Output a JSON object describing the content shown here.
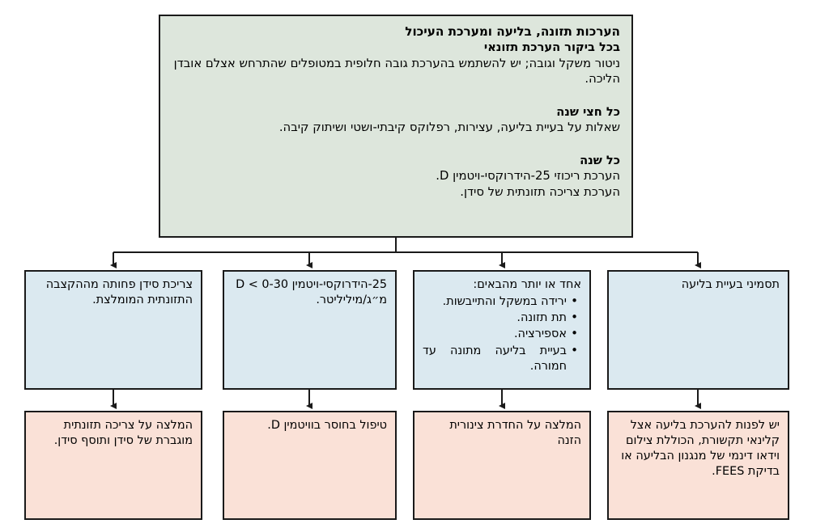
{
  "diagram": {
    "language": "he",
    "direction": "rtl",
    "colors": {
      "root_fill": "#dde6dc",
      "level2_fill": "#dbe9f0",
      "level3_fill": "#fae1d7",
      "border": "#1a1a1a",
      "text": "#000000",
      "background": "#ffffff"
    },
    "root": {
      "title": "הערכות תזונה, בליעה ומערכת העיכול",
      "section_1": {
        "heading": "בכל ביקור הערכת תזונאי",
        "body": "ניטור משקל וגובה; יש להשתמש בהערכת גובה חלופית במטופלים שהתרחש אצלם אובדן הליכה."
      },
      "section_2": {
        "heading": "כל חצי שנה",
        "body": "שאלות על בעיית בליעה, עצירות, רפלוקס קיבתי-ושטי ושיתוק קיבה."
      },
      "section_3": {
        "heading": "כל שנה",
        "body_line_1": "הערכת ריכוזי 25-הידרוקסי-ויטמין D.",
        "body_line_2": "הערכת צריכה תזונתית של סידן."
      }
    },
    "level2": [
      {
        "id": "symptoms-swallowing",
        "text": "תסמיני בעיית בליעה"
      },
      {
        "id": "one-or-more",
        "intro": "אחד או יותר מהבאים:",
        "bullets": [
          "ירידה במשקל והתייבשות.",
          "תת תזונה.",
          "אספירציה.",
          "בעיית בליעה מתונה עד חמורה."
        ]
      },
      {
        "id": "vitamin-d-level",
        "line_1": "25-הידרוקסי-ויטמין D < 0-30",
        "line_2": "מ״ג/מיליליטר."
      },
      {
        "id": "low-calcium-intake",
        "text": "צריכת סידן פחותה מההקצבה התזונתית המומלצת."
      }
    ],
    "level3": [
      {
        "id": "swallow-evaluation-referral",
        "text": "יש לפנות להערכת בליעה אצל קלינאי תקשורת, הכוללת צילום וידאו דינמי של מנגנון הבליעה או בדיקת FEES."
      },
      {
        "id": "feeding-tube-recommendation",
        "text": "המלצה על החדרת צינורית הזנה"
      },
      {
        "id": "vitamin-d-treatment",
        "text": "טיפול בחוסר בוויטמין D."
      },
      {
        "id": "calcium-recommendation",
        "text": "המלצה על צריכה תזונתית מוגברת של סידן ותוסף סידן."
      }
    ]
  }
}
